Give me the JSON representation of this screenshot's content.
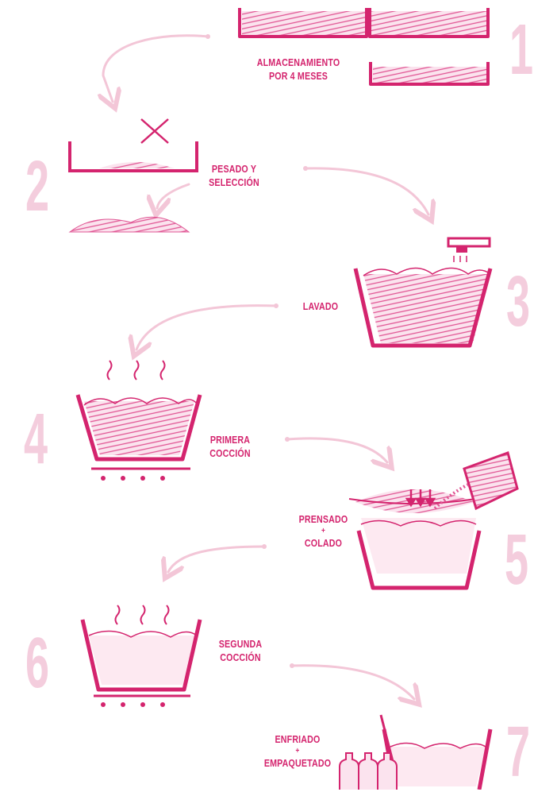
{
  "steps": [
    {
      "number": "1",
      "label_line1": "ALMACENAMIENTO",
      "label_line2": "POR 4 MESES"
    },
    {
      "number": "2",
      "label_line1": "PESADO Y",
      "label_line2": "SELECCIÓN"
    },
    {
      "number": "3",
      "label_line1": "LAVADO",
      "label_line2": ""
    },
    {
      "number": "4",
      "label_line1": "PRIMERA",
      "label_line2": "COCCIÓN"
    },
    {
      "number": "5",
      "label_line1": "PRENSADO",
      "label_line2": "+",
      "label_line3": "COLADO"
    },
    {
      "number": "6",
      "label_line1": "SEGUNDA",
      "label_line2": "COCCIÓN"
    },
    {
      "number": "7",
      "label_line1": "ENFRIADO",
      "label_line2": "+",
      "label_line3": "EMPAQUETADO"
    }
  ],
  "colors": {
    "primary": "#d4246e",
    "number": "#f4cddd",
    "connector": "#f3c6d7",
    "fill": "#e8579a"
  }
}
